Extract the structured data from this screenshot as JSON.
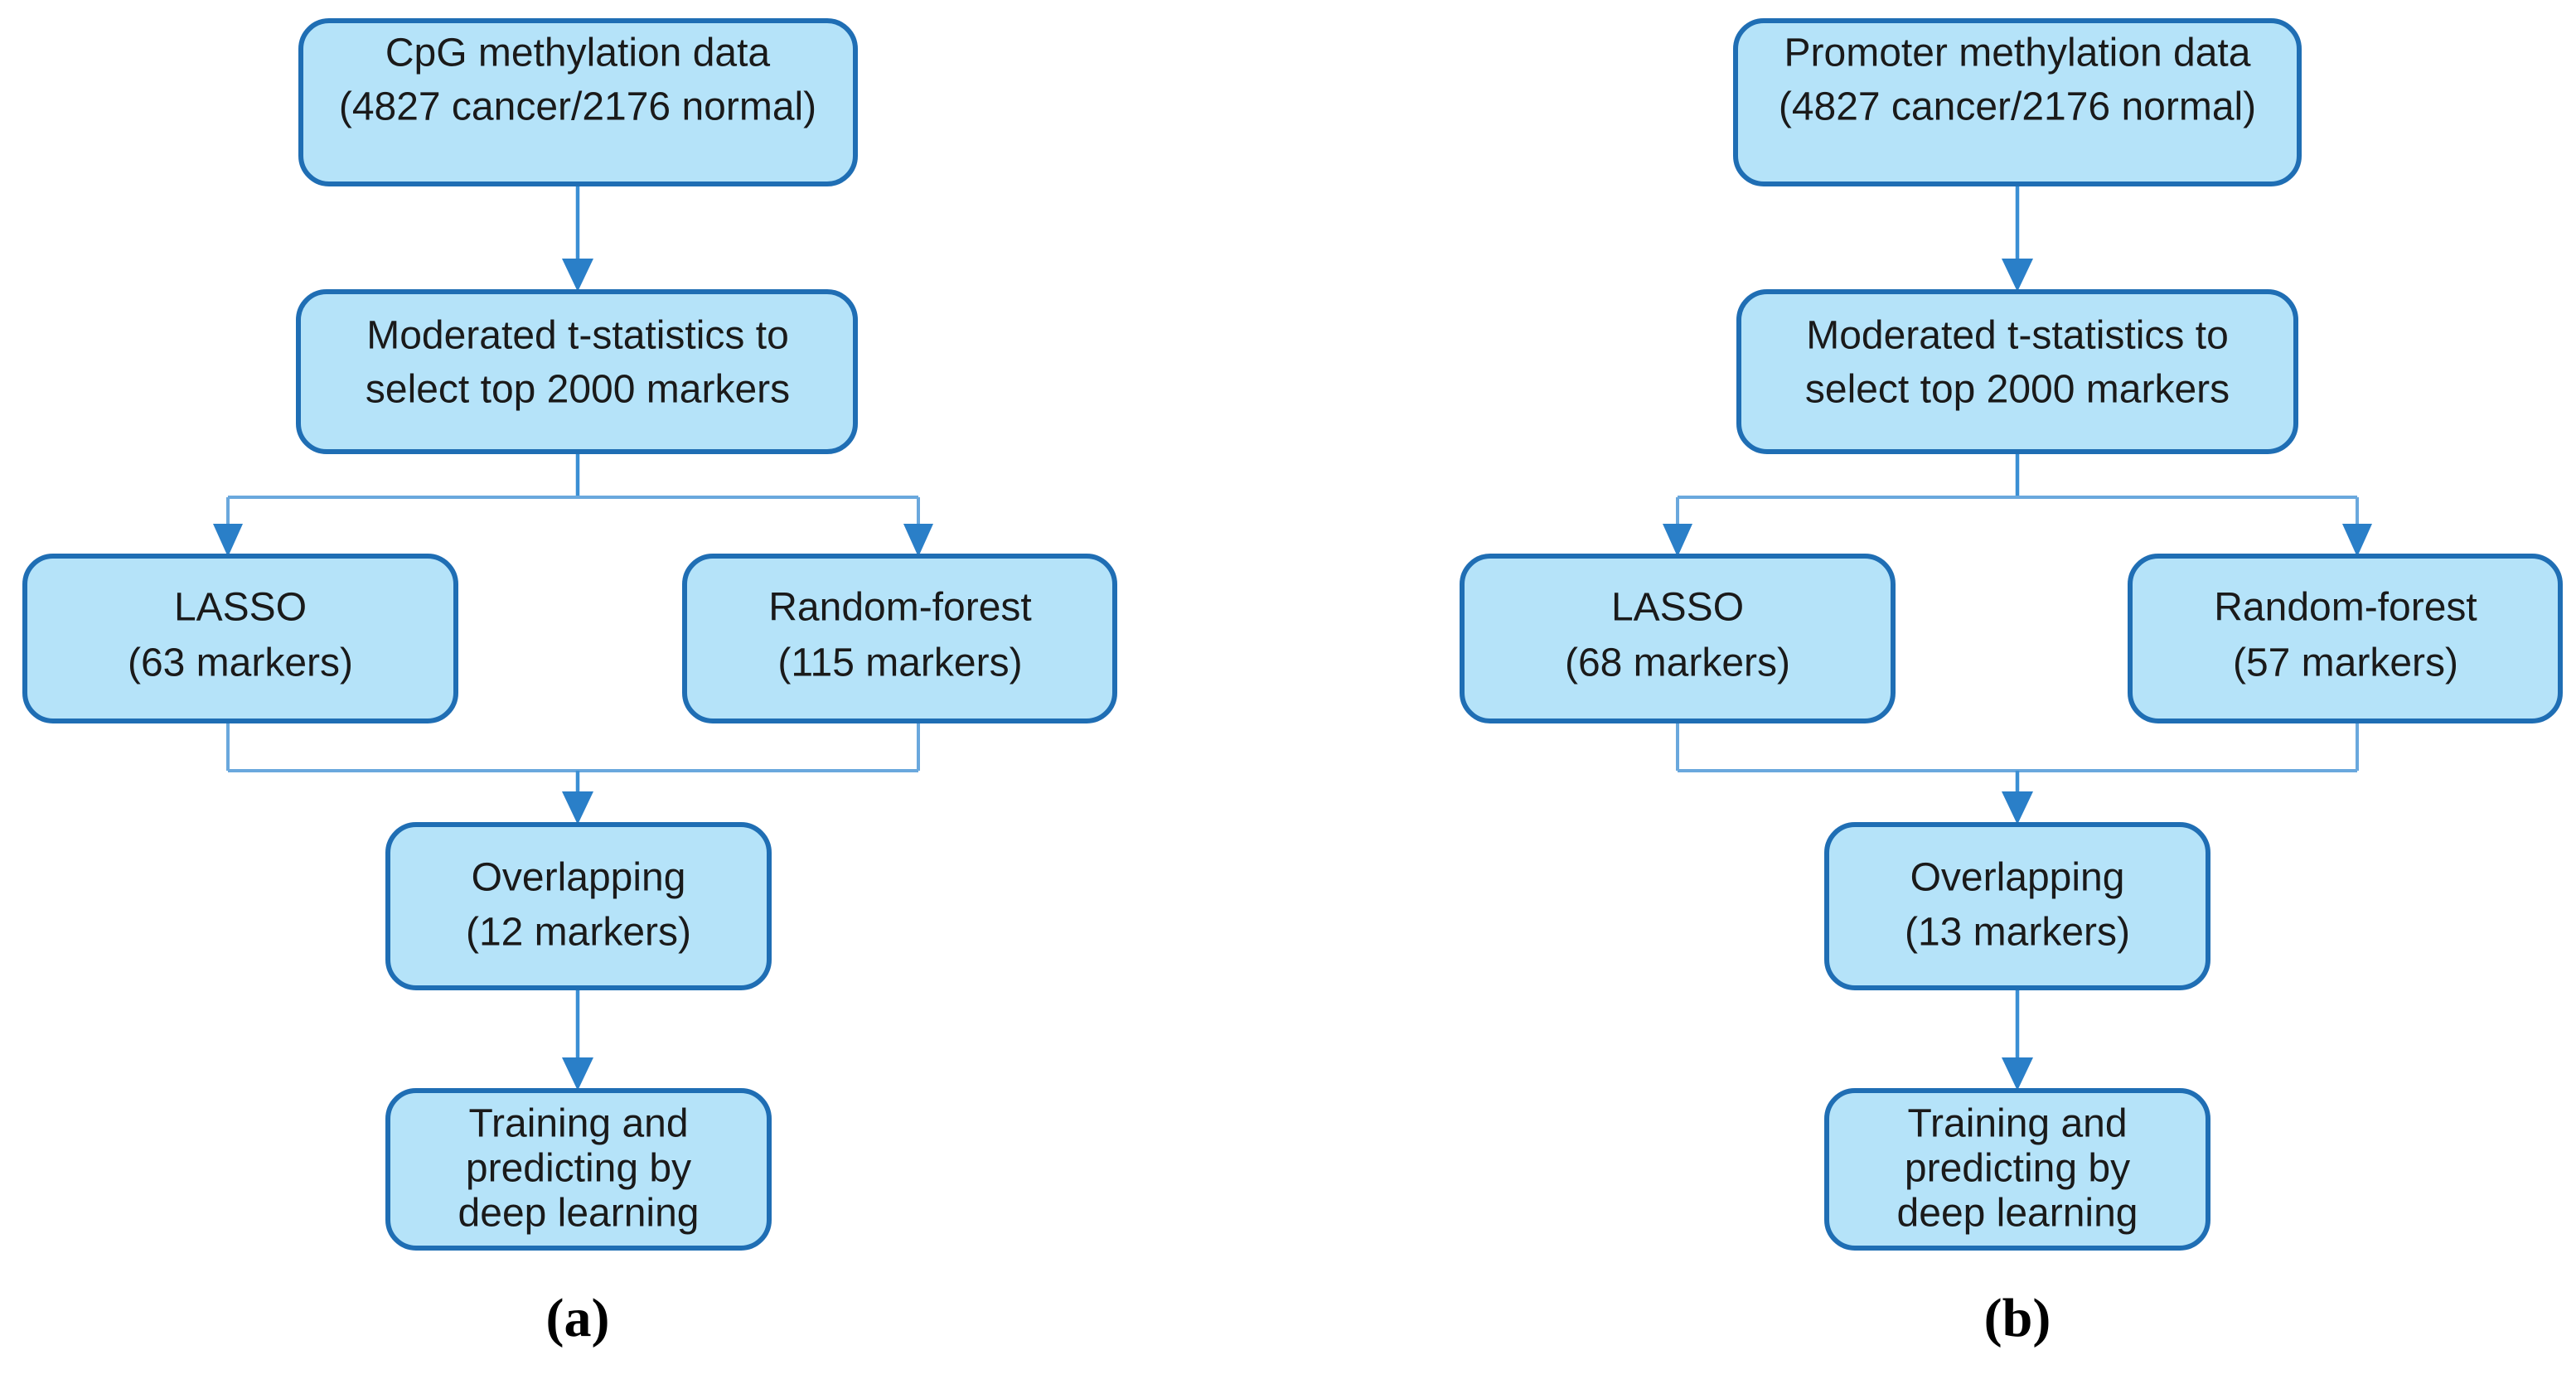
{
  "figure": {
    "type": "flowchart",
    "panels": [
      {
        "id": "a",
        "label": "(a)",
        "nodes": {
          "data_source": {
            "line1": "CpG methylation data",
            "line2": "(4827 cancer/2176 normal)"
          },
          "feature_selection": {
            "line1": "Moderated t-statistics to",
            "line2": "select top 2000 markers"
          },
          "method_left": {
            "line1": "LASSO",
            "line2": "(63 markers)"
          },
          "method_right": {
            "line1": "Random-forest",
            "line2": "(115 markers)"
          },
          "overlap": {
            "line1": "Overlapping",
            "line2": "(12 markers)"
          },
          "model": {
            "line1": "Training and",
            "line2": "predicting by",
            "line3": "deep learning"
          }
        }
      },
      {
        "id": "b",
        "label": "(b)",
        "nodes": {
          "data_source": {
            "line1": "Promoter methylation data",
            "line2": "(4827 cancer/2176 normal)"
          },
          "feature_selection": {
            "line1": "Moderated t-statistics to",
            "line2": "select top 2000 markers"
          },
          "method_left": {
            "line1": "LASSO",
            "line2": "(68 markers)"
          },
          "method_right": {
            "line1": "Random-forest",
            "line2": "(57 markers)"
          },
          "overlap": {
            "line1": "Overlapping",
            "line2": "(13 markers)"
          },
          "model": {
            "line1": "Training and",
            "line2": "predicting by",
            "line3": "deep learning"
          }
        }
      }
    ]
  },
  "colors": {
    "node_fill": "#b5e3f9",
    "node_border": "#1f6eb4",
    "connector": "#3b8fd4",
    "connector_light": "#6aa8dd",
    "arrow": "#2a7fc8",
    "text": "#1a1a1a",
    "background": "#ffffff"
  }
}
